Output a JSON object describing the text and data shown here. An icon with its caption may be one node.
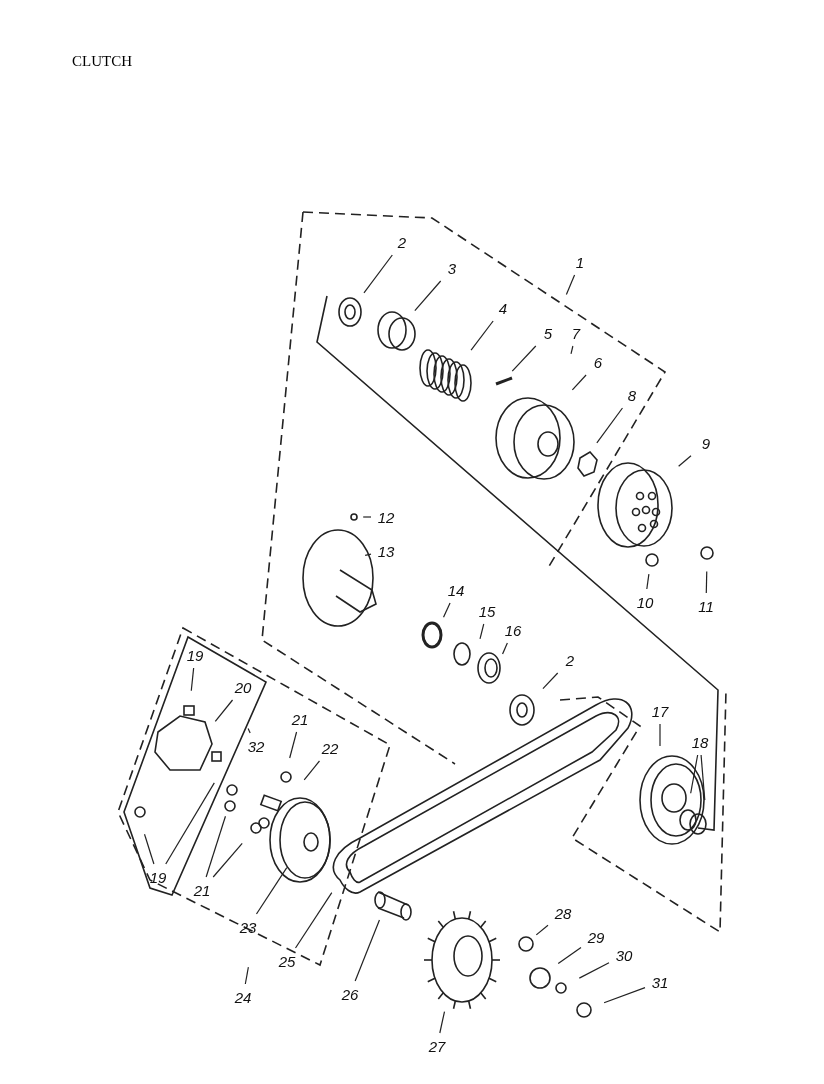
{
  "diagram": {
    "title": "CLUTCH",
    "nodes": [
      {
        "text": [
          "2"
        ]
      },
      {
        "text": [
          "3"
        ]
      },
      {
        "text": [
          "4"
        ]
      },
      {
        "text": [
          "5"
        ]
      },
      {
        "text": [
          "7"
        ]
      },
      {
        "text": [
          "6"
        ]
      },
      {
        "text": [
          "8"
        ]
      },
      {
        "text": [
          "9"
        ]
      },
      {
        "text": [
          "12"
        ]
      },
      {
        "text": [
          "13"
        ]
      },
      {
        "text": [
          "10"
        ]
      },
      {
        "text": [
          "11"
        ]
      },
      {
        "text": [
          "1"
        ]
      },
      {
        "text": [
          "14"
        ]
      },
      {
        "text": [
          "15"
        ]
      },
      {
        "text": [
          "16"
        ]
      },
      {
        "text": [
          "2"
        ]
      },
      {
        "text": [
          "17"
        ]
      },
      {
        "text": [
          "18"
        ]
      },
      {
        "text": [
          "19"
        ]
      },
      {
        "text": [
          "20"
        ]
      },
      {
        "text": [
          "32"
        ]
      },
      {
        "text": [
          "21"
        ]
      },
      {
        "text": [
          "22"
        ]
      },
      {
        "text": [
          "19"
        ]
      },
      {
        "text": [
          "21"
        ]
      },
      {
        "text": [
          "23"
        ]
      },
      {
        "text": [
          "24"
        ]
      },
      {
        "text": [
          "25"
        ]
      },
      {
        "text": [
          "26"
        ]
      },
      {
        "text": [
          "27"
        ]
      },
      {
        "text": [
          "28"
        ]
      },
      {
        "text": [
          "29"
        ]
      },
      {
        "text": [
          "30"
        ]
      },
      {
        "text": [
          "31"
        ]
      }
    ],
    "edges": [
      {
        "from": 0,
        "to": null,
        "arrow": "none"
      },
      {
        "from": 1,
        "to": null,
        "arrow": "none"
      },
      {
        "from": 2,
        "to": null,
        "arrow": "none"
      },
      {
        "from": 3,
        "to": null,
        "arrow": "none"
      },
      {
        "from": 4,
        "to": null,
        "arrow": "none"
      },
      {
        "from": 5,
        "to": null,
        "arrow": "none"
      },
      {
        "from": 6,
        "to": null,
        "arrow": "none"
      },
      {
        "from": 7,
        "to": null,
        "arrow": "none"
      },
      {
        "from": 8,
        "to": null,
        "arrow": "none"
      },
      {
        "from": 9,
        "to": null,
        "arrow": "none"
      },
      {
        "from": 10,
        "to": null,
        "arrow": "none"
      },
      {
        "from": 11,
        "to": null,
        "arrow": "none"
      },
      {
        "from": 12,
        "to": null,
        "arrow": "none"
      },
      {
        "from": 13,
        "to": null,
        "arrow": "none"
      },
      {
        "from": 14,
        "to": null,
        "arrow": "none"
      },
      {
        "from": 15,
        "to": null,
        "arrow": "none"
      },
      {
        "from": 16,
        "to": null,
        "arrow": "none"
      },
      {
        "from": 17,
        "to": null,
        "arrow": "none"
      },
      {
        "from": 18,
        "to": null,
        "arrow": "none"
      },
      {
        "from": 18,
        "to": null,
        "arrow": "none"
      },
      {
        "from": 19,
        "to": null,
        "arrow": "none"
      },
      {
        "from": 20,
        "to": null,
        "arrow": "none"
      },
      {
        "from": 21,
        "to": null,
        "arrow": "none"
      },
      {
        "from": 22,
        "to": null,
        "arrow": "none"
      },
      {
        "from": 23,
        "to": null,
        "arrow": "none"
      },
      {
        "from": 24,
        "to": null,
        "arrow": "none"
      },
      {
        "from": 24,
        "to": null,
        "arrow": "none"
      },
      {
        "from": 25,
        "to": null,
        "arrow": "none"
      },
      {
        "from": 25,
        "to": null,
        "arrow": "none"
      },
      {
        "from": 26,
        "to": null,
        "arrow": "none"
      },
      {
        "from": 27,
        "to": null,
        "arrow": "none"
      },
      {
        "from": 28,
        "to": null,
        "arrow": "none"
      },
      {
        "from": 29,
        "to": null,
        "arrow": "none"
      },
      {
        "from": 30,
        "to": null,
        "arrow": "none"
      },
      {
        "from": 31,
        "to": null,
        "arrow": "none"
      },
      {
        "from": 32,
        "to": null,
        "arrow": "none"
      },
      {
        "from": 33,
        "to": null,
        "arrow": "none"
      },
      {
        "from": 34,
        "to": null,
        "arrow": "none"
      }
    ]
  }
}
